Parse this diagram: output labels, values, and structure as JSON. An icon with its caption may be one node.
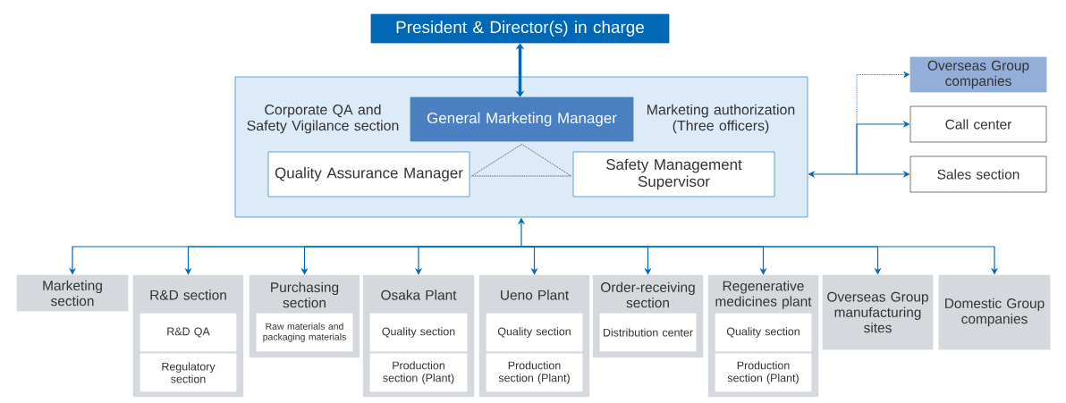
{
  "diagram": {
    "nodes": [
      {
        "text": [
          "President & Director(s) in charge"
        ]
      },
      {
        "text": [
          "Corporate QA and Safety Vigilance section",
          "Marketing authorization (Three officers)"
        ]
      },
      {
        "text": [
          "General Marketing Manager"
        ],
        "in": 1
      },
      {
        "text": [
          "Quality Assurance Manager"
        ],
        "in": 1
      },
      {
        "text": [
          "Safety Management Supervisor"
        ],
        "in": 1
      },
      {
        "text": [
          "Overseas Group companies"
        ]
      },
      {
        "text": [
          "Call center"
        ]
      },
      {
        "text": [
          "Sales section"
        ]
      },
      {
        "text": [
          "Marketing section"
        ]
      },
      {
        "text": [
          "R&D section"
        ]
      },
      {
        "text": [
          "R&D QA"
        ],
        "in": 9
      },
      {
        "text": [
          "Regulatory section"
        ],
        "in": 9
      },
      {
        "text": [
          "Purchasing section"
        ]
      },
      {
        "text": [
          "Raw materials and packaging materials"
        ],
        "in": 12
      },
      {
        "text": [
          "Osaka Plant"
        ]
      },
      {
        "text": [
          "Quality section"
        ],
        "in": 14
      },
      {
        "text": [
          "Production section (Plant)"
        ],
        "in": 14
      },
      {
        "text": [
          "Ueno Plant"
        ]
      },
      {
        "text": [
          "Quality section"
        ],
        "in": 17
      },
      {
        "text": [
          "Production section (Plant)"
        ],
        "in": 17
      },
      {
        "text": [
          "Order-receiving section"
        ]
      },
      {
        "text": [
          "Distribution center"
        ],
        "in": 20
      },
      {
        "text": [
          "Regenerative medicines plant"
        ]
      },
      {
        "text": [
          "Quality section"
        ],
        "in": 22
      },
      {
        "text": [
          "Production section (Plant)"
        ],
        "in": 22
      },
      {
        "text": [
          "Overseas Group manufacturing sites"
        ]
      },
      {
        "text": [
          "Domestic Group companies"
        ]
      }
    ],
    "edges": [
      {
        "from": 0,
        "to": 2,
        "arrow": "both",
        "style": "thick"
      },
      {
        "from": 2,
        "to": 3,
        "arrow": "none",
        "style": "dashed",
        "color": "#333333"
      },
      {
        "from": 2,
        "to": 4,
        "arrow": "none",
        "style": "dashed",
        "color": "#333333"
      },
      {
        "from": 3,
        "to": 4,
        "arrow": "none",
        "style": "dashed",
        "color": "#333333"
      },
      {
        "from": 1,
        "to": 5,
        "arrow": "both",
        "style": "dashed"
      },
      {
        "from": 1,
        "to": 6,
        "arrow": "both"
      },
      {
        "from": 1,
        "to": 7,
        "arrow": "both"
      },
      {
        "from": 1,
        "to": 8,
        "arrow": "both"
      },
      {
        "from": 1,
        "to": 9,
        "arrow": "both"
      },
      {
        "from": 1,
        "to": 12,
        "arrow": "both"
      },
      {
        "from": 1,
        "to": 14,
        "arrow": "both"
      },
      {
        "from": 1,
        "to": 17,
        "arrow": "both"
      },
      {
        "from": 1,
        "to": 20,
        "arrow": "both"
      },
      {
        "from": 1,
        "to": 22,
        "arrow": "both"
      },
      {
        "from": 1,
        "to": 25,
        "arrow": "both"
      },
      {
        "from": 1,
        "to": 26,
        "arrow": "both"
      }
    ]
  }
}
